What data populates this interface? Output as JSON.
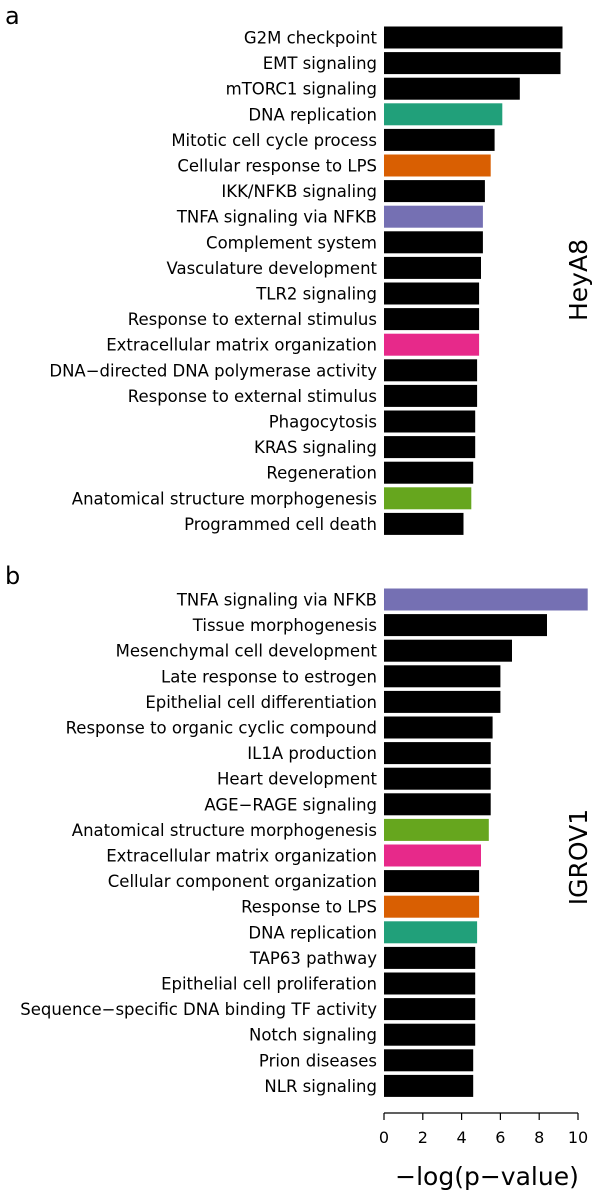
{
  "chart_data": [
    {
      "type": "bar",
      "panel_label": "a",
      "cell_line": "HeyA8",
      "categories": [
        "G2M checkpoint",
        "EMT signaling",
        "mTORC1 signaling",
        "DNA replication",
        "Mitotic cell cycle process",
        "Cellular response to LPS",
        "IKK/NFKB signaling",
        "TNFA signaling via NFKB",
        "Complement system",
        "Vasculature development",
        "TLR2 signaling",
        "Response to external stimulus",
        "Extracellular matrix organization",
        "DNA−directed DNA polymerase activity",
        "Response to external stimulus",
        "Phagocytosis",
        "KRAS signaling",
        "Regeneration",
        "Anatomical structure morphogenesis",
        "Programmed cell death"
      ],
      "values": [
        9.2,
        9.1,
        7.0,
        6.1,
        5.7,
        5.5,
        5.2,
        5.1,
        5.1,
        5.0,
        4.9,
        4.9,
        4.9,
        4.8,
        4.8,
        4.7,
        4.7,
        4.6,
        4.5,
        4.1
      ],
      "colors": [
        "#000000",
        "#000000",
        "#000000",
        "#21a07a",
        "#000000",
        "#d95f02",
        "#000000",
        "#7570b3",
        "#000000",
        "#000000",
        "#000000",
        "#000000",
        "#e7298a",
        "#000000",
        "#000000",
        "#000000",
        "#000000",
        "#000000",
        "#66a61e",
        "#000000"
      ],
      "xlim": [
        0,
        10.5
      ]
    },
    {
      "type": "bar",
      "panel_label": "b",
      "cell_line": "IGROV1",
      "categories": [
        "TNFA signaling via NFKB",
        "Tissue morphogenesis",
        "Mesenchymal cell development",
        "Late response to estrogen",
        "Epithelial cell differentiation",
        "Response to organic cyclic compound",
        "IL1A production",
        "Heart development",
        "AGE−RAGE signaling",
        "Anatomical structure morphogenesis",
        "Extracellular matrix organization",
        "Cellular component organization",
        "Response to LPS",
        "DNA replication",
        "TAP63 pathway",
        "Epithelial cell proliferation",
        "Sequence−specific DNA binding TF activity",
        "Notch signaling",
        "Prion diseases",
        "NLR signaling"
      ],
      "values": [
        10.5,
        8.4,
        6.6,
        6.0,
        6.0,
        5.6,
        5.5,
        5.5,
        5.5,
        5.4,
        5.0,
        4.9,
        4.9,
        4.8,
        4.7,
        4.7,
        4.7,
        4.7,
        4.6,
        4.6
      ],
      "colors": [
        "#7570b3",
        "#000000",
        "#000000",
        "#000000",
        "#000000",
        "#000000",
        "#000000",
        "#000000",
        "#000000",
        "#66a61e",
        "#e7298a",
        "#000000",
        "#d95f02",
        "#21a07a",
        "#000000",
        "#000000",
        "#000000",
        "#000000",
        "#000000",
        "#000000"
      ],
      "xlim": [
        0,
        10.5
      ],
      "xticks": [
        0,
        2,
        4,
        6,
        8,
        10
      ],
      "xlabel": "−log(p−value)"
    }
  ]
}
